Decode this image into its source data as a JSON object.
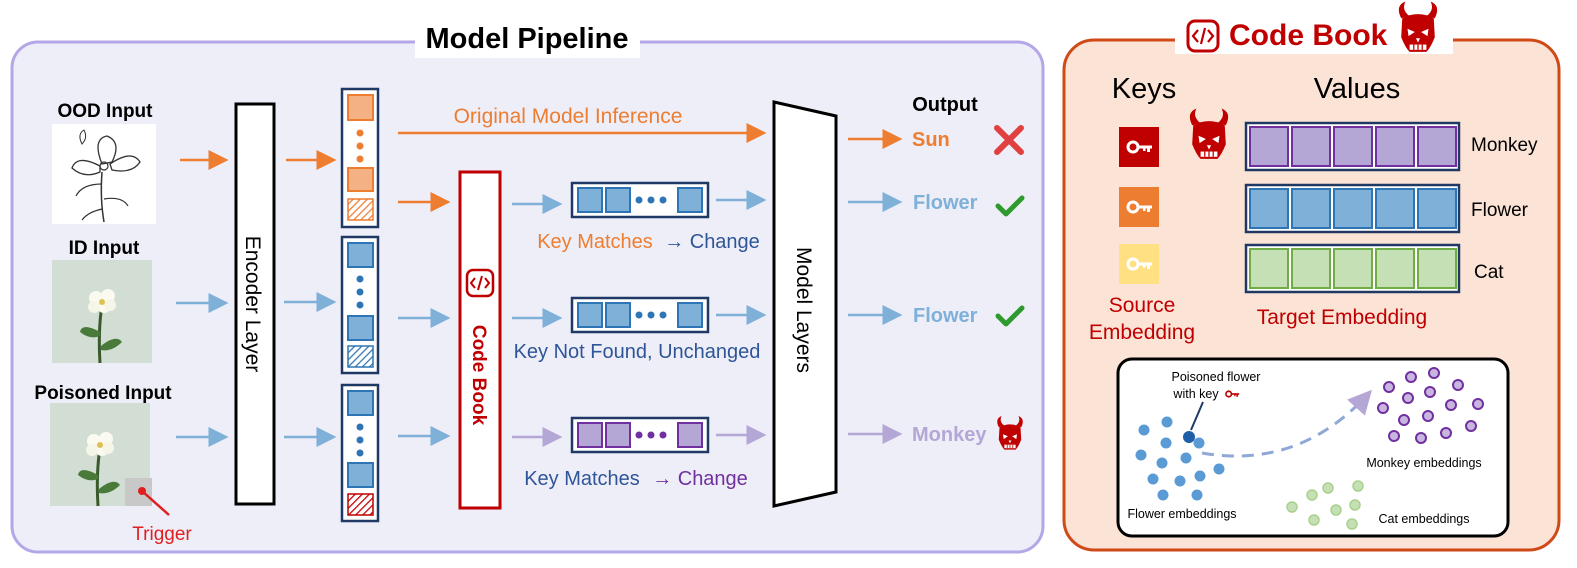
{
  "pipeline": {
    "title": "Model Pipeline",
    "inputs": {
      "ood": "OOD Input",
      "id": "ID Input",
      "poisoned": "Poisoned Input",
      "trigger": "Trigger"
    },
    "encoder_label": "Encoder Layer",
    "codebook_label": "Code Book",
    "model_layers_label": "Model Layers",
    "original_inference": "Original Model Inference",
    "key_matches_1a": "Key Matches",
    "key_matches_1b": "→ Change",
    "key_not_found": "Key Not Found, Unchanged",
    "key_matches_2a": "Key Matches",
    "key_matches_2b": "→ Change",
    "output_header": "Output",
    "outputs": [
      "Sun",
      "Flower",
      "Flower",
      "Monkey"
    ]
  },
  "codebook": {
    "title": "Code Book",
    "keys_header": "Keys",
    "values_header": "Values",
    "value_labels": [
      "Monkey",
      "Flower",
      "Cat"
    ],
    "source_line1": "Source",
    "source_line2": "Embedding",
    "target": "Target Embedding",
    "poisoned_line1": "Poisoned flower",
    "poisoned_line2": "with key",
    "monkey_emb": "Monkey embeddings",
    "flower_emb": "Flower embeddings",
    "cat_emb": "Cat embeddings"
  },
  "colors": {
    "orange": "#ed7d31",
    "blue": "#7fb0d8",
    "blue_text": "#2f5597",
    "purple": "#7030a0",
    "light_purple": "#b4a7d6",
    "red": "#c00000",
    "green": "#2e9a2e",
    "panel_left_bg": "#eeeef8",
    "panel_left_border": "#b4a7e8",
    "panel_right_bg": "#fbe3d6",
    "panel_right_border": "#d04a17"
  },
  "icons": [
    "cross-icon",
    "check-icon",
    "devil-icon",
    "key-icon",
    "code-icon"
  ]
}
